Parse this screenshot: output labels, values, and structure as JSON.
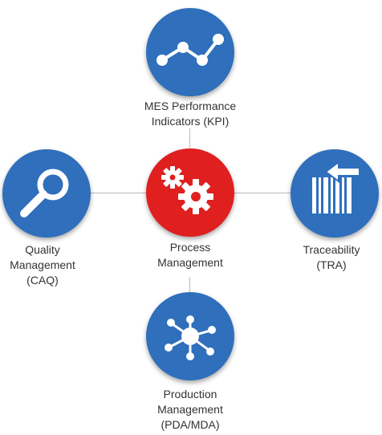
{
  "colors": {
    "blue": "#2f6fbc",
    "red": "#e01f1f",
    "connector": "#b9b9b9",
    "text": "#333333"
  },
  "nodes": {
    "kpi": {
      "icon": "line-chart-icon",
      "label_lines": [
        "MES Performance",
        "Indicators (KPI)"
      ]
    },
    "caq": {
      "icon": "magnifier-icon",
      "label_lines": [
        "Quality",
        "Management",
        "(CAQ)"
      ]
    },
    "process": {
      "icon": "gears-icon",
      "label_lines": [
        "Process",
        "Management"
      ]
    },
    "tra": {
      "icon": "barcode-arrow-icon",
      "label_lines": [
        "Traceability",
        "(TRA)"
      ]
    },
    "pda": {
      "icon": "network-hub-icon",
      "label_lines": [
        "Production",
        "Management",
        "(PDA/MDA)"
      ]
    }
  }
}
